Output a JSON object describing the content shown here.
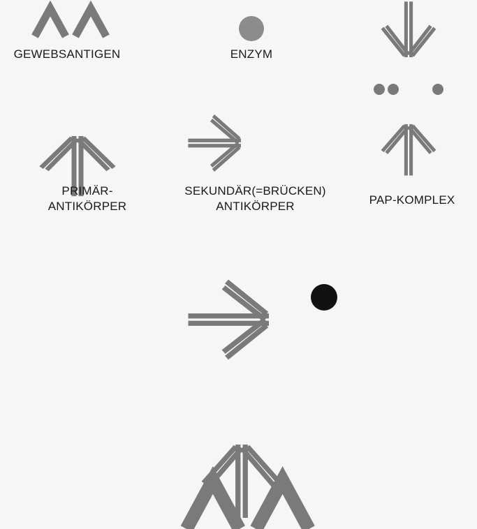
{
  "labels": {
    "gewebsantigen": "GEWEBSANTIGEN",
    "enzym": "ENZYM",
    "primaer_line1": "PRIMÄR-",
    "primaer_line2": "ANTIKÖRPER",
    "sekundaer_line1": "SEKUNDÄR(=BRÜCKEN)",
    "sekundaer_line2": "ANTIKÖRPER",
    "pap": "PAP-KOMPLEX"
  },
  "colors": {
    "stipple": "#7a7a7a",
    "enzyme_legend": "#8c8c8c",
    "enzyme_bound": "#111111",
    "background": "#f6f6f6"
  }
}
